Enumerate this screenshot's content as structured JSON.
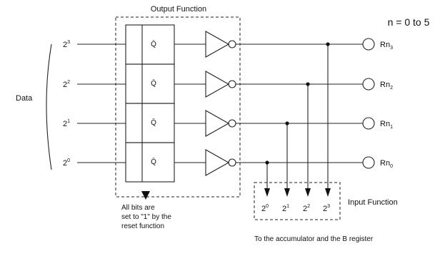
{
  "diagram": {
    "title": "Output Function",
    "range_note": "n = 0 to 5",
    "data_label": "Data",
    "q_bar": "Q̄",
    "rows": [
      {
        "bit_base": "2",
        "bit_exp": "3",
        "pin_base": "Rn",
        "pin_sub": "3"
      },
      {
        "bit_base": "2",
        "bit_exp": "2",
        "pin_base": "Rn",
        "pin_sub": "2"
      },
      {
        "bit_base": "2",
        "bit_exp": "1",
        "pin_base": "Rn",
        "pin_sub": "1"
      },
      {
        "bit_base": "2",
        "bit_exp": "0",
        "pin_base": "Rn",
        "pin_sub": "0"
      }
    ],
    "input_bits": [
      {
        "base": "2",
        "exp": "0"
      },
      {
        "base": "2",
        "exp": "1"
      },
      {
        "base": "2",
        "exp": "2"
      },
      {
        "base": "2",
        "exp": "3"
      }
    ],
    "input_function_label": "Input Function",
    "bottom_label": "To the accumulator and the B register",
    "reset_note": [
      "All bits are",
      "set to \"1\" by the",
      "reset function"
    ]
  }
}
